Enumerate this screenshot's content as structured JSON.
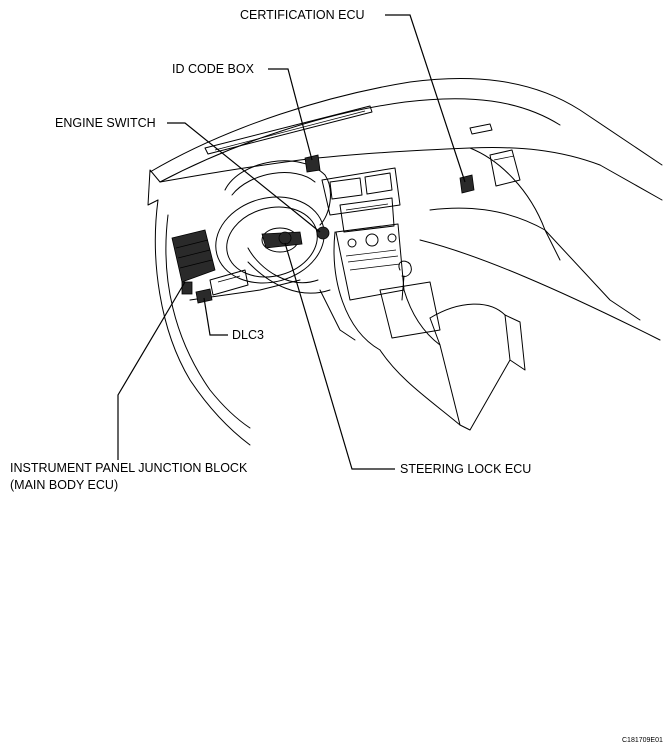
{
  "labels": {
    "certification_ecu": "CERTIFICATION ECU",
    "id_code_box": "ID CODE BOX",
    "engine_switch": "ENGINE SWITCH",
    "dlc3": "DLC3",
    "junction_block_line1": "INSTRUMENT PANEL JUNCTION BLOCK",
    "junction_block_line2": "(MAIN BODY ECU)",
    "steering_lock_ecu": "STEERING LOCK ECU"
  },
  "figure_code": "C181709E01"
}
